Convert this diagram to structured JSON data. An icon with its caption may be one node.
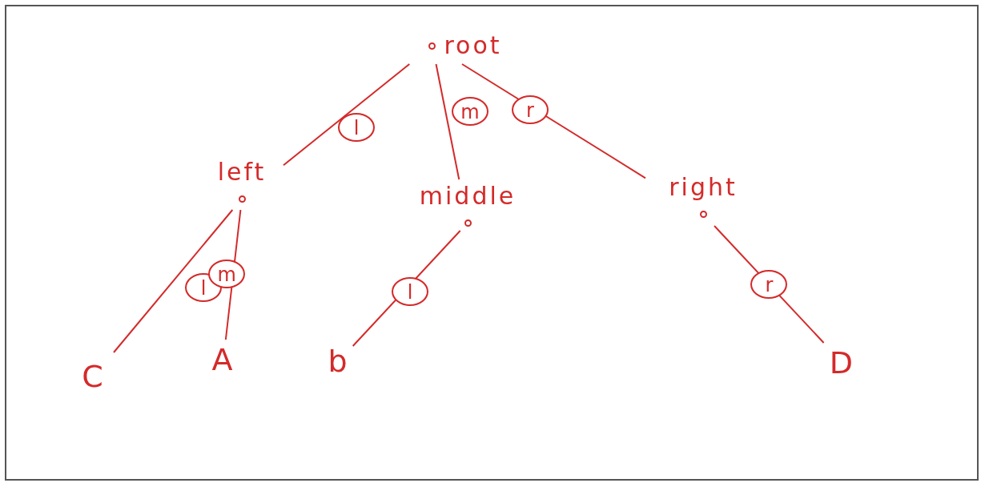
{
  "diagram": {
    "nodes": [
      {
        "text": [
          "root"
        ]
      },
      {
        "text": [
          "left"
        ]
      },
      {
        "text": [
          "middle"
        ]
      },
      {
        "text": [
          "right"
        ]
      },
      {
        "text": [
          "C"
        ]
      },
      {
        "text": [
          "A"
        ]
      },
      {
        "text": [
          "b"
        ]
      },
      {
        "text": [
          "D"
        ]
      }
    ],
    "edges": [
      {
        "from": 0,
        "to": 1,
        "arrow": "none",
        "label": "l"
      },
      {
        "from": 0,
        "to": 2,
        "arrow": "none",
        "label": "m"
      },
      {
        "from": 0,
        "to": 3,
        "arrow": "none",
        "label": "r"
      },
      {
        "from": 1,
        "to": 4,
        "arrow": "none",
        "label": "l"
      },
      {
        "from": 1,
        "to": 5,
        "arrow": "none",
        "label": "m"
      },
      {
        "from": 2,
        "to": 6,
        "arrow": "none",
        "label": "l"
      },
      {
        "from": 3,
        "to": 7,
        "arrow": "none",
        "label": "r"
      }
    ]
  }
}
